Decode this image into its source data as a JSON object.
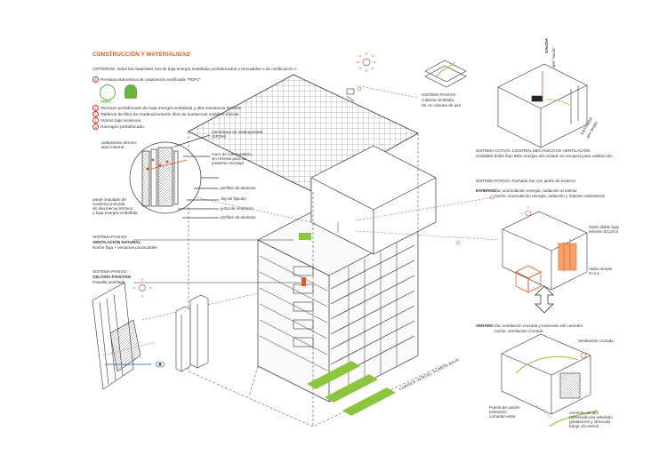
{
  "header": {
    "title": "CONSTRUCCIÓN Y MATERIALIDAD",
    "criteria": "CRITERIOS: todos los materiales son de baja energía embebida, prefabricados o renovables o de certificación A"
  },
  "materials": [
    {
      "n": "1",
      "text": "Persiana Barcelona de carpintería certificada \"PEFC\""
    },
    {
      "n": "2",
      "text": "Termoes prefabricado de baja energía embebida y alta resistencia térmica."
    },
    {
      "n": "3",
      "text": "Tableros de fibra de madera/cemento libre de sustancias volátiles tóxicas."
    },
    {
      "n": "4",
      "text": "Vidrios bajo emisivos."
    },
    {
      "n": "5",
      "text": "Hormigón prefabricado."
    }
  ],
  "logos": {
    "pefc": "PEFC"
  },
  "detail_labels": {
    "membrana": "membrana de estanqueidad",
    "membrana2": "(EPDM)",
    "aislamiento": "aislamiento térmico",
    "aislamiento2": "lana mineral",
    "muro1": "muro de mampostería",
    "muro2": "sin revestir para su",
    "muro3": "posterior reciclaje",
    "perfiles1": "perfiles de aluminio",
    "clip": "clip de fijación",
    "junta": "junta de neopreno",
    "perfiles2": "perfiles de aluminio",
    "panel1": "panel ondulado de",
    "panel2": "cerámica extruida",
    "panel3": "de alta inercia térmica",
    "panel4": "y baja energía embebida"
  },
  "left_systems": {
    "vent_title": "SISTEMA PASIVO:",
    "vent_sub": "VENTILACIÓN NATURAL",
    "vent_desc": "Noche fluja + ventanas practicables",
    "cel_title": "SISTEMA PASIVO:",
    "cel_sub": "CELOSÍA FAVETON",
    "cel_desc": "Pantalla ventilada"
  },
  "roof": {
    "line1": "SISTEMA PASIVO:",
    "line2": "cubierta ventilada",
    "line3": "25 cm cámara de aire"
  },
  "right_top": {
    "salida": "SALIDA",
    "salida2": "aire \"sucio\"",
    "entrada": "ENTRADA",
    "entrada2": "aire limpio",
    "title": "SISTEMA ACTIVO: CONTROL MECÁNICO DE VENTILACIÓN",
    "desc": "Unidades doble flujo 95% energía aire viciado se recupera para calefacción"
  },
  "winter": {
    "title": "SISTEMA PASIVO: Fachada Sur con jardín de invierno",
    "label": "INVIERNO",
    "day": "día: acumulación energía, radiación al interior",
    "night": "noche: acumulación energía, radiación y máximo aislamiento",
    "glass1": "Vidrio doble bajo",
    "glass1b": "emisivo 6/12/4,4",
    "glass2": "Vidrio simple",
    "glass2b": "4+4,1"
  },
  "summer": {
    "label": "VERANO",
    "day": "día: ventilación cruzada y extensión del comedor",
    "night": "noche: ventilación cruzada",
    "cross": "Ventilación cruzada",
    "puerta1": "Puerta de vaivén",
    "puerta2": "extensión",
    "puerta3": "comedor-estar",
    "corr1": "corriente de aire",
    "corr2": "refrescado por arbolado",
    "corr3": "(plataneros y olmecas)",
    "corr4": "franja 15 metros"
  },
  "street": "CARRER VERGEL PLANTA BAJA",
  "colors": {
    "accent": "#e8531f",
    "green": "#8cc63f",
    "line": "#333333",
    "dash": "#e8531f"
  }
}
